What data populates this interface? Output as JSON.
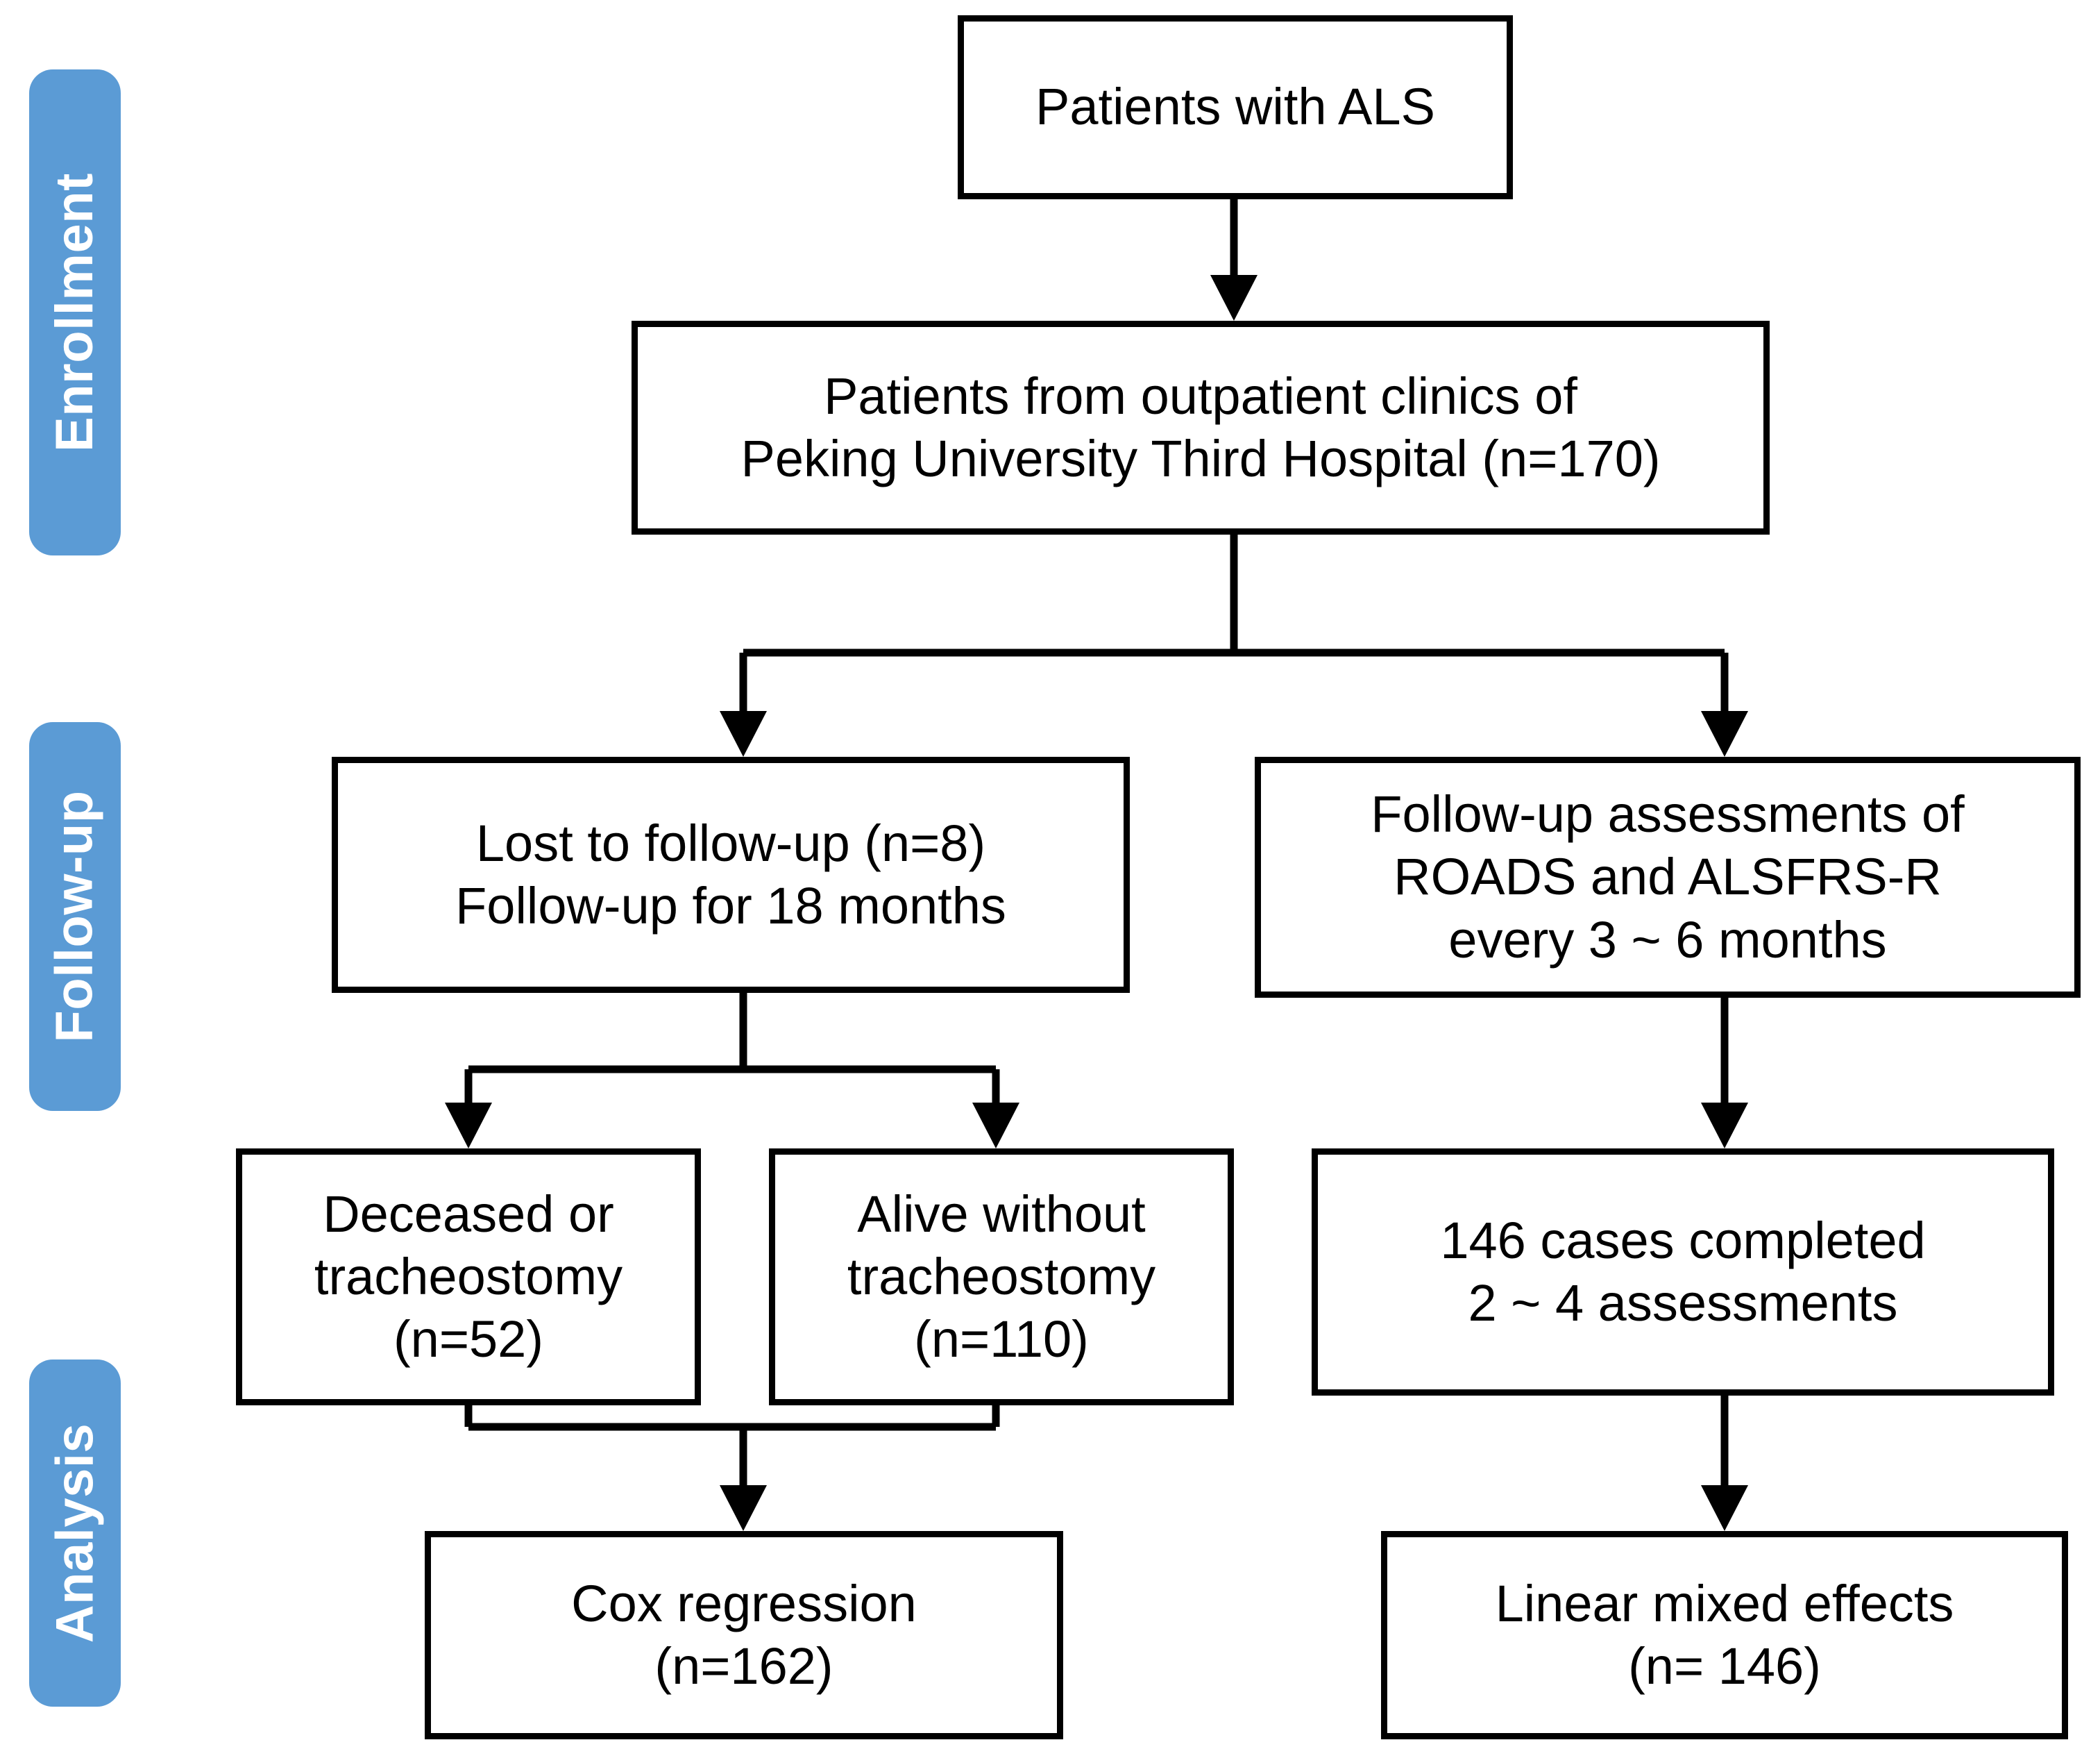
{
  "diagram": {
    "title": "ALS patient study flow diagram",
    "accent_color": "#5b9bd5",
    "line_color": "#000000",
    "background_color": "#ffffff"
  },
  "stages": [
    {
      "id": "enrollment",
      "label": "Enrollment"
    },
    {
      "id": "follow-up",
      "label": "Follow-up"
    },
    {
      "id": "analysis",
      "label": "Analysis"
    }
  ],
  "nodes": {
    "patients_als": {
      "label": "Patients with ALS"
    },
    "outpatient_clinics": {
      "label": "Patients from outpatient clinics of\nPeking University Third Hospital (n=170)"
    },
    "lost_followup": {
      "label": "Lost to follow-up (n=8)\nFollow-up for 18 months"
    },
    "followup_assessments": {
      "label": "Follow-up assessments of\nROADS and ALSFRS-R\nevery 3 ~ 6 months"
    },
    "deceased": {
      "label": "Deceased or\ntracheostomy\n(n=52)"
    },
    "alive": {
      "label": "Alive without\ntracheostomy\n(n=110)"
    },
    "cases_completed": {
      "label": "146 cases completed\n2 ~ 4 assessments"
    },
    "cox_regression": {
      "label": "Cox regression\n(n=162)"
    },
    "linear_mixed": {
      "label": "Linear mixed effects\n(n= 146)"
    }
  },
  "chart_data": {
    "type": "flowchart",
    "title": "ALS patient study flow diagram",
    "stages": [
      "Enrollment",
      "Follow-up",
      "Analysis"
    ],
    "nodes": [
      {
        "id": "patients_als",
        "stage": "Enrollment",
        "text": "Patients with ALS",
        "n": null
      },
      {
        "id": "outpatient_clinics",
        "stage": "Enrollment",
        "text": "Patients from outpatient clinics of Peking University Third Hospital (n=170)",
        "n": 170
      },
      {
        "id": "lost_followup",
        "stage": "Follow-up",
        "text": "Lost to follow-up (n=8) Follow-up for 18 months",
        "n": 8
      },
      {
        "id": "followup_assessments",
        "stage": "Follow-up",
        "text": "Follow-up assessments of ROADS and ALSFRS-R every 3 ~ 6 months",
        "n": null
      },
      {
        "id": "deceased",
        "stage": "Follow-up",
        "text": "Deceased or tracheostomy (n=52)",
        "n": 52
      },
      {
        "id": "alive",
        "stage": "Follow-up",
        "text": "Alive without tracheostomy (n=110)",
        "n": 110
      },
      {
        "id": "cases_completed",
        "stage": "Follow-up",
        "text": "146 cases completed 2 ~ 4 assessments",
        "n": 146
      },
      {
        "id": "cox_regression",
        "stage": "Analysis",
        "text": "Cox regression (n=162)",
        "n": 162
      },
      {
        "id": "linear_mixed",
        "stage": "Analysis",
        "text": "Linear mixed effects (n= 146)",
        "n": 146
      }
    ],
    "edges": [
      {
        "from": "patients_als",
        "to": "outpatient_clinics"
      },
      {
        "from": "outpatient_clinics",
        "to": "lost_followup"
      },
      {
        "from": "outpatient_clinics",
        "to": "followup_assessments"
      },
      {
        "from": "lost_followup",
        "to": "deceased"
      },
      {
        "from": "lost_followup",
        "to": "alive"
      },
      {
        "from": "followup_assessments",
        "to": "cases_completed"
      },
      {
        "from": "deceased",
        "to": "cox_regression"
      },
      {
        "from": "alive",
        "to": "cox_regression"
      },
      {
        "from": "cases_completed",
        "to": "linear_mixed"
      }
    ]
  }
}
